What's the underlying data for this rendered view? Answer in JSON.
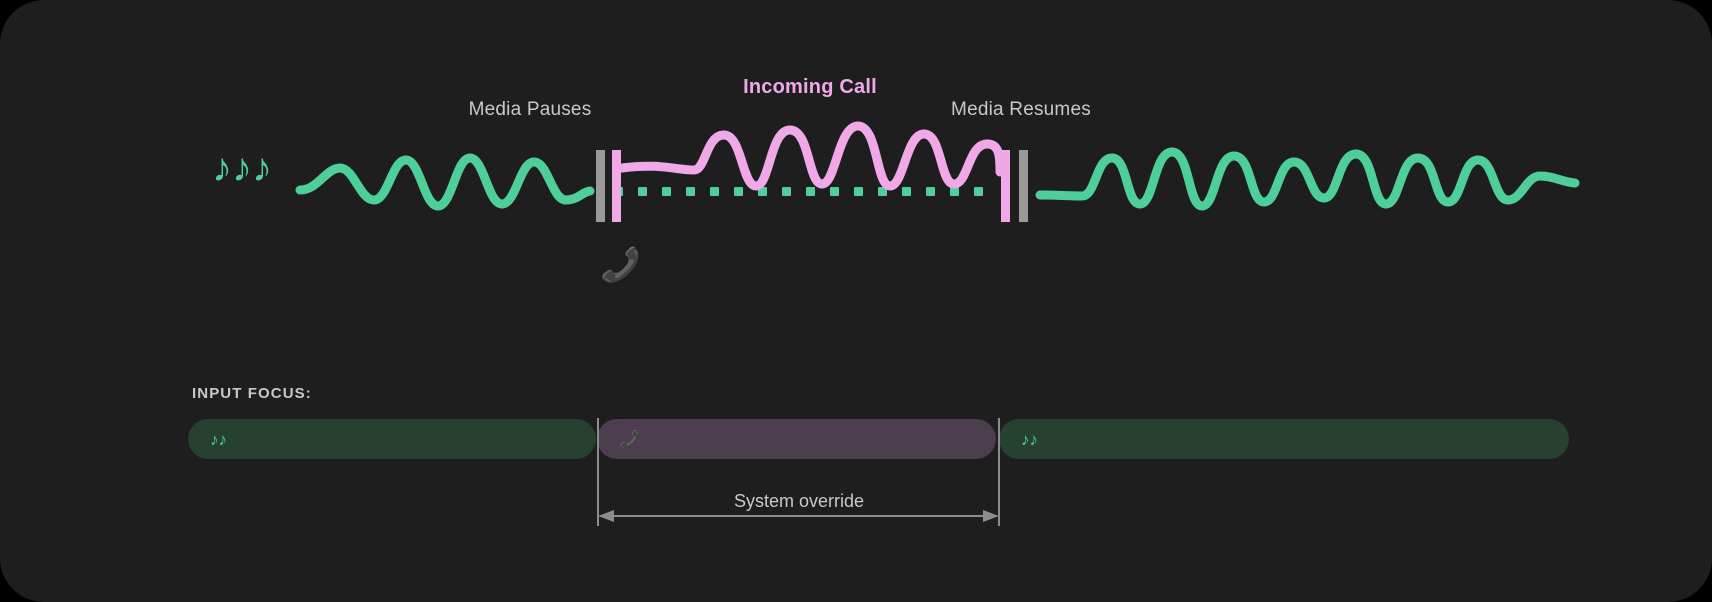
{
  "card": {
    "background": "#1e1e1e",
    "page_background": "#000000"
  },
  "colors": {
    "media_wave": "#4ecf9a",
    "call_wave": "#f0a8e8",
    "marker_gray": "#9a9a9a",
    "marker_pink": "#f0a8e8",
    "text_muted": "#c9c9c9",
    "media_chip_bg": "#26412f",
    "call_chip_bg": "#4c3d4f"
  },
  "timeline": {
    "labels": {
      "media_pauses": "Media Pauses",
      "incoming_call": "Incoming Call",
      "media_resumes": "Media Resumes"
    },
    "icons": {
      "music_notes": "music-notes-icon",
      "music_notes_glyph": "♪♪♪",
      "phone": "phone-icon",
      "phone_glyph": "📞"
    }
  },
  "input_focus": {
    "title": "INPUT FOCUS:",
    "tracks": [
      {
        "name": "media-before",
        "icon_glyph": "♪♪",
        "icon_name": "music-notes-icon",
        "state": "media"
      },
      {
        "name": "call-override",
        "icon_glyph": "📞",
        "icon_name": "phone-icon",
        "state": "call"
      },
      {
        "name": "media-after",
        "icon_glyph": "♪♪",
        "icon_name": "music-notes-icon",
        "state": "media"
      }
    ],
    "override_label": "System override"
  },
  "chart_data": {
    "type": "line",
    "title": "Incoming Call",
    "xlabel": "",
    "ylabel": "",
    "annotations": [
      "Media Pauses",
      "Incoming Call",
      "Media Resumes",
      "System override"
    ],
    "series": [
      {
        "name": "Media audio (before pause)",
        "color": "#4ecf9a",
        "x_range": [
          300,
          585
        ],
        "description": "green oscillating waveform that flattens to baseline at the pause marker"
      },
      {
        "name": "Call audio",
        "color": "#f0a8e8",
        "x_range": [
          620,
          1002
        ],
        "description": "pink oscillating waveform between the pause and resume markers"
      },
      {
        "name": "Media muted (dotted baseline)",
        "color": "#4ecf9a",
        "x_range": [
          615,
          1000
        ],
        "description": "green dotted baseline indicating media is suspended"
      },
      {
        "name": "Media audio (after resume)",
        "color": "#4ecf9a",
        "x_range": [
          1040,
          1575
        ],
        "description": "green oscillating waveform resuming after the call ends"
      }
    ],
    "markers": [
      {
        "name": "media-pause-marker-gray",
        "x": 597,
        "color": "#9a9a9a"
      },
      {
        "name": "media-pause-marker-pink",
        "x": 613,
        "color": "#f0a8e8"
      },
      {
        "name": "media-resume-marker-pink",
        "x": 1002,
        "color": "#f0a8e8"
      },
      {
        "name": "media-resume-marker-gray",
        "x": 1020,
        "color": "#9a9a9a"
      }
    ]
  }
}
